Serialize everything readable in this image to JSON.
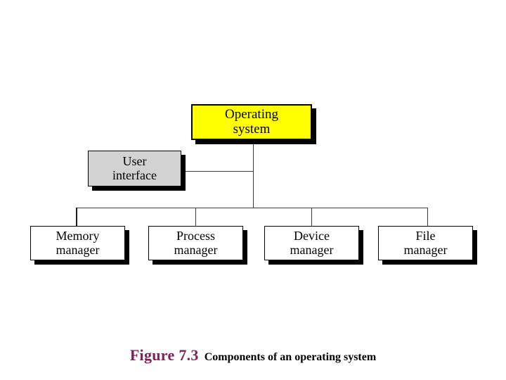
{
  "figure": {
    "label": "Figure 7.3",
    "description": "Components of an operating system",
    "label_color": "#7b2259",
    "description_color": "#000000"
  },
  "diagram": {
    "type": "hierarchy-block-diagram",
    "background": "#ffffff",
    "shadow_color": "#000000",
    "line_color": "#3a3a3a",
    "root": {
      "id": "operating-system",
      "line1": "Operating",
      "line2": "system",
      "fill": "#ffff00",
      "border": "#000000"
    },
    "side": {
      "id": "user-interface",
      "line1": "User",
      "line2": "interface",
      "fill": "#d2d2d2",
      "border": "#000000"
    },
    "children": [
      {
        "id": "memory-manager",
        "line1": "Memory",
        "line2": "manager",
        "fill": "#ffffff",
        "border": "#000000"
      },
      {
        "id": "process-manager",
        "line1": "Process",
        "line2": "manager",
        "fill": "#ffffff",
        "border": "#000000"
      },
      {
        "id": "device-manager",
        "line1": "Device",
        "line2": "manager",
        "fill": "#ffffff",
        "border": "#000000"
      },
      {
        "id": "file-manager",
        "line1": "File",
        "line2": "manager",
        "fill": "#ffffff",
        "border": "#000000"
      }
    ]
  }
}
